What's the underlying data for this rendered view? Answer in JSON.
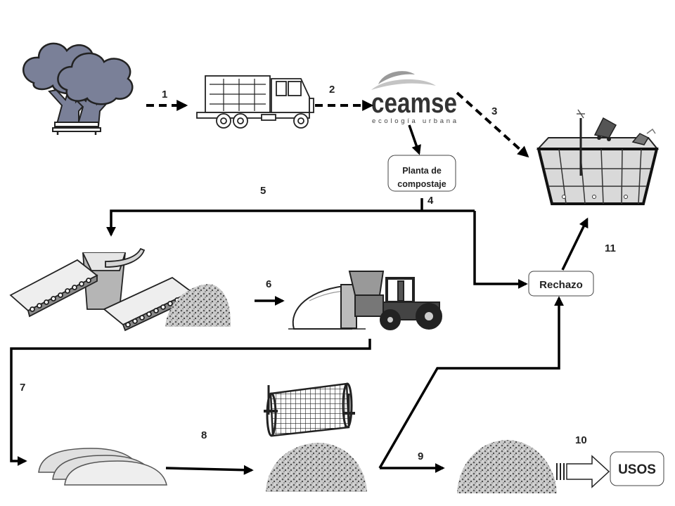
{
  "logo": {
    "name": "ceamse",
    "tagline": "ecología urbana"
  },
  "boxes": {
    "composting_plant": [
      "Planta de",
      "compostaje"
    ],
    "reject": "Rechazo",
    "uses": "USOS"
  },
  "steps": [
    "1",
    "2",
    "3",
    "4",
    "5",
    "6",
    "7",
    "8",
    "9",
    "10",
    "11"
  ]
}
